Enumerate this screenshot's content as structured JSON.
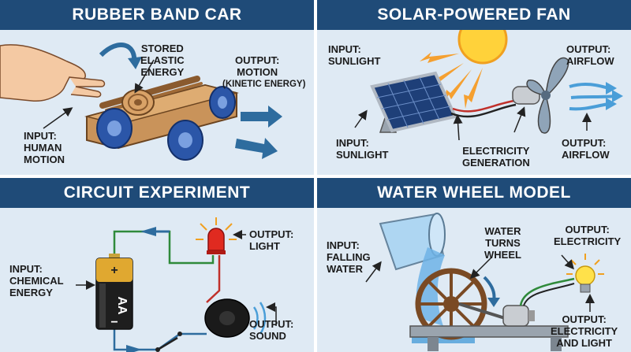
{
  "colors": {
    "header": "#1f4b78",
    "panel": "#dfeaf4",
    "arrow": "#2e6c9e",
    "wood": "#c9935a",
    "wheel": "#2b56a8"
  },
  "panels": {
    "rubber_band": {
      "title": "RUBBER BAND CAR",
      "stored": "STORED\nELASTIC\nENERGY",
      "output": "OUTPUT:\nMOTION",
      "output_sub": "(KINETIC ENERGY)",
      "input": "INPUT:\nHUMAN\nMOTION"
    },
    "solar_fan": {
      "title": "SOLAR-POWERED FAN",
      "input_top": "INPUT:\nSUNLIGHT",
      "output_top": "OUTPUT:\nAIRFLOW",
      "input_bottom": "INPUT:\nSUNLIGHT",
      "generation": "ELECTRICITY\nGENERATION",
      "output_bottom": "OUTPUT:\nAIRFLOW"
    },
    "circuit": {
      "title": "CIRCUIT EXPERIMENT",
      "input": "INPUT:\nCHEMICAL\nENERGY",
      "output_light": "OUTPUT:\nLIGHT",
      "output_sound": "OUTPUT:\nSOUND",
      "battery_label": "AA",
      "plus": "+",
      "minus": "−"
    },
    "water_wheel": {
      "title": "WATER WHEEL MODEL",
      "input": "INPUT:\nFALLING\nWATER",
      "turns": "WATER\nTURNS\nWHEEL",
      "output_top": "OUTPUT:\nELECTRICITY",
      "output_bottom": "OUTPUT:\nELECTRICITY\nAND LIGHT"
    }
  }
}
